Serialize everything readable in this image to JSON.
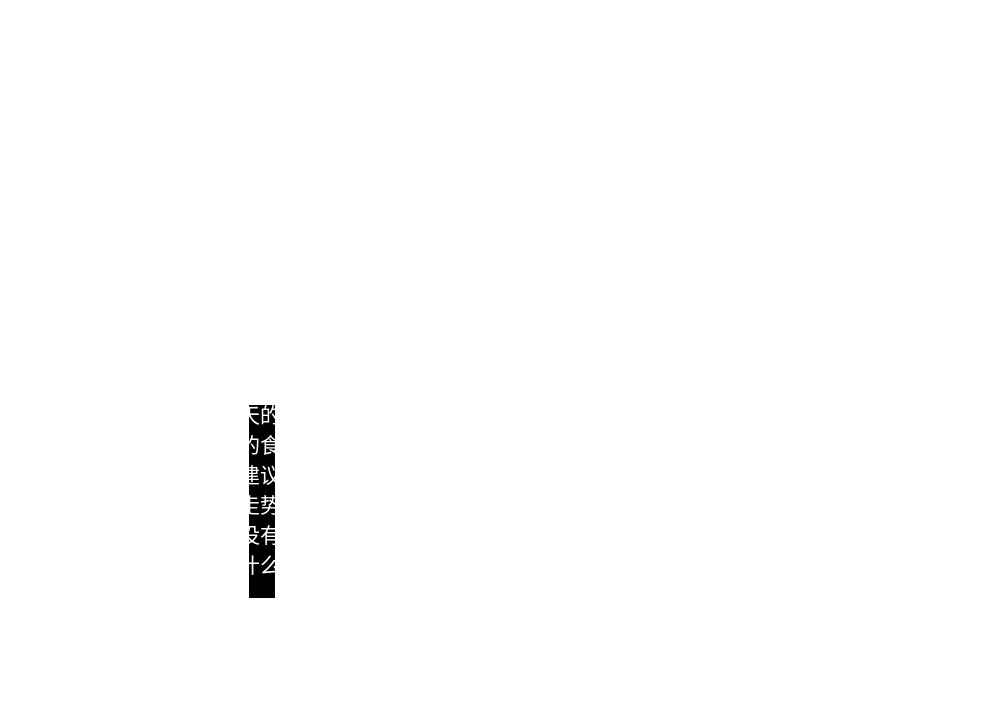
{
  "page": {
    "background_color": "#ffffff"
  },
  "overlay": {
    "description": "partially-rendered black text overlay fragment",
    "background_color": "#000000",
    "text_color": "#ffffff",
    "lines": [
      "天的",
      "的食",
      "建议",
      "走势",
      "没有",
      "什么",
      ""
    ]
  }
}
